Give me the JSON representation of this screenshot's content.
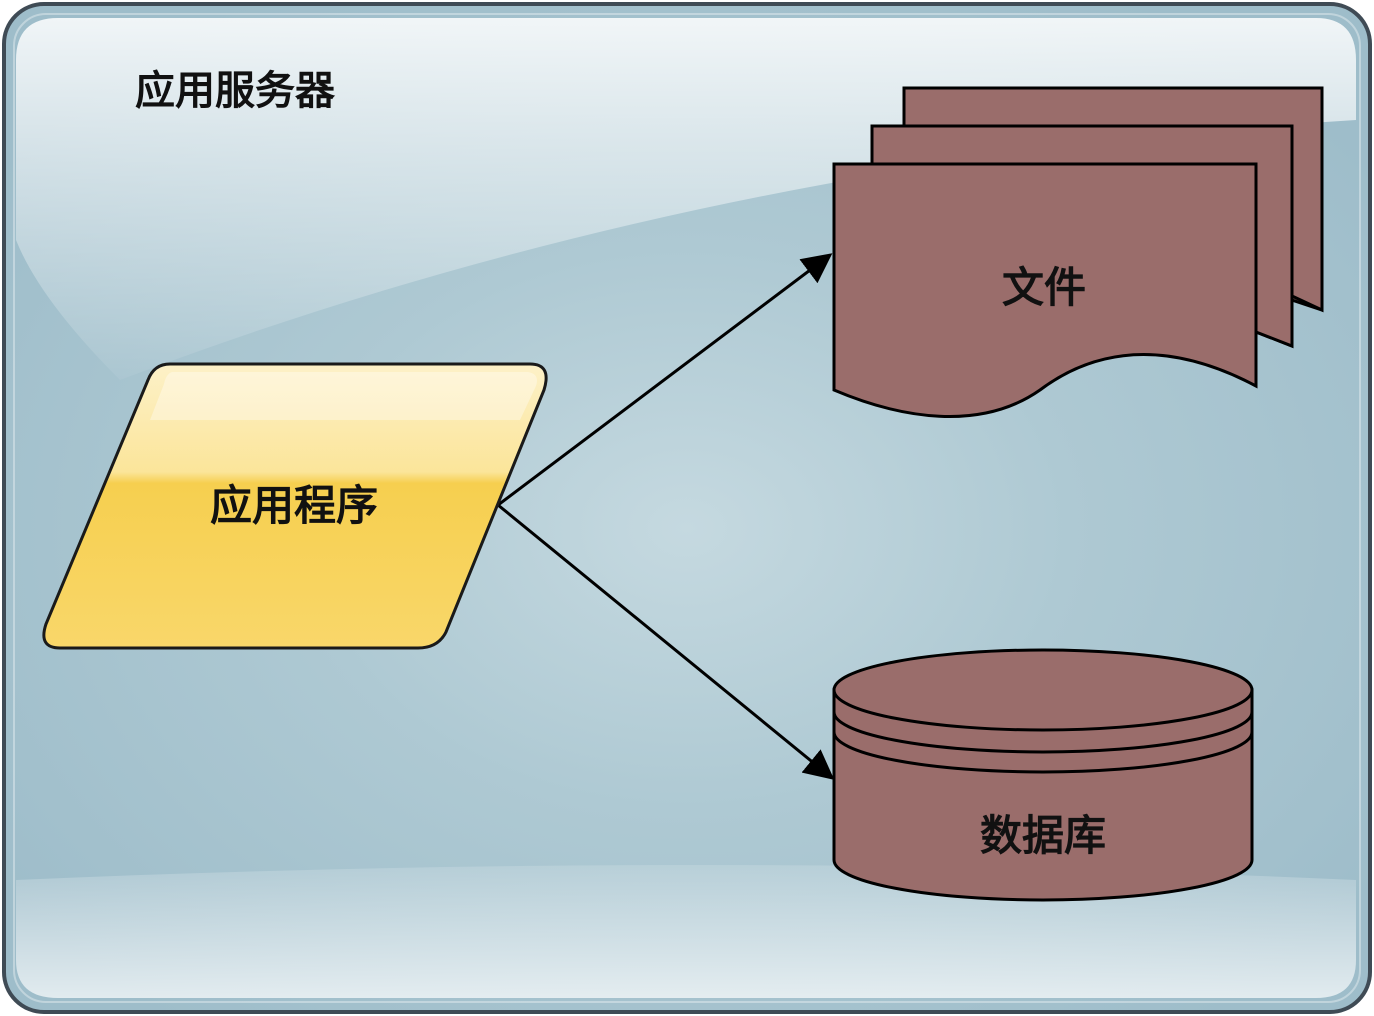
{
  "server": {
    "title": "应用服务器"
  },
  "app": {
    "label": "应用程序"
  },
  "files": {
    "label": "文件"
  },
  "database": {
    "label": "数据库"
  },
  "edges": [
    {
      "from": "应用程序",
      "to": "文件"
    },
    {
      "from": "应用程序",
      "to": "数据库"
    }
  ],
  "colors": {
    "container_fill": "#a9c6d2",
    "container_border": "#3f4b55",
    "app_fill": "#f8cd4c",
    "store_fill": "#9a6d6b",
    "arrow": "#000000"
  }
}
